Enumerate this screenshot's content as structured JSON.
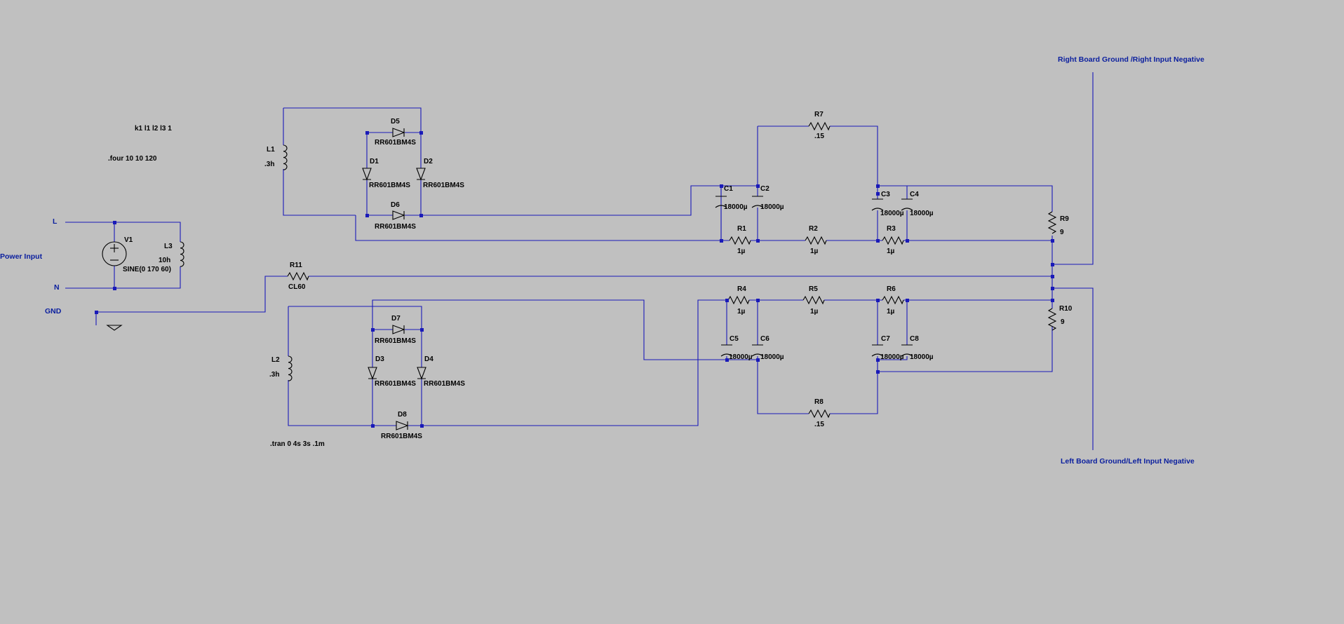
{
  "directives": {
    "coupling": "k1 l1 l2 l3 1",
    "four": ".four 10 10 120",
    "tran": ".tran 0 4s 3s .1m"
  },
  "nets": {
    "L": "L",
    "N": "N",
    "power_input": "Power Input",
    "gnd": "GND",
    "right_ground": "Right Board Ground /Right Input Negative",
    "left_ground": "Left Board Ground/Left Input Negative"
  },
  "source": {
    "name": "V1",
    "value": "SINE(0 170 60)"
  },
  "inductors": [
    {
      "name": "L1",
      "value": ".3h"
    },
    {
      "name": "L2",
      "value": ".3h"
    },
    {
      "name": "L3",
      "value": "10h"
    }
  ],
  "diodes": [
    {
      "name": "D1",
      "value": "RR601BM4S"
    },
    {
      "name": "D2",
      "value": "RR601BM4S"
    },
    {
      "name": "D3",
      "value": "RR601BM4S"
    },
    {
      "name": "D4",
      "value": "RR601BM4S"
    },
    {
      "name": "D5",
      "value": "RR601BM4S"
    },
    {
      "name": "D6",
      "value": "RR601BM4S"
    },
    {
      "name": "D7",
      "value": "RR601BM4S"
    },
    {
      "name": "D8",
      "value": "RR601BM4S"
    }
  ],
  "capacitors": [
    {
      "name": "C1",
      "value": "18000µ"
    },
    {
      "name": "C2",
      "value": "18000µ"
    },
    {
      "name": "C3",
      "value": "18000µ"
    },
    {
      "name": "C4",
      "value": "18000µ"
    },
    {
      "name": "C5",
      "value": "18000µ"
    },
    {
      "name": "C6",
      "value": "18000µ"
    },
    {
      "name": "C7",
      "value": "18000µ"
    },
    {
      "name": "C8",
      "value": "18000µ"
    }
  ],
  "resistors": [
    {
      "name": "R1",
      "value": "1µ"
    },
    {
      "name": "R2",
      "value": "1µ"
    },
    {
      "name": "R3",
      "value": "1µ"
    },
    {
      "name": "R4",
      "value": "1µ"
    },
    {
      "name": "R5",
      "value": "1µ"
    },
    {
      "name": "R6",
      "value": "1µ"
    },
    {
      "name": "R7",
      "value": ".15"
    },
    {
      "name": "R8",
      "value": ".15"
    },
    {
      "name": "R9",
      "value": "9"
    },
    {
      "name": "R10",
      "value": "9"
    },
    {
      "name": "R11",
      "value": "CL60"
    }
  ]
}
